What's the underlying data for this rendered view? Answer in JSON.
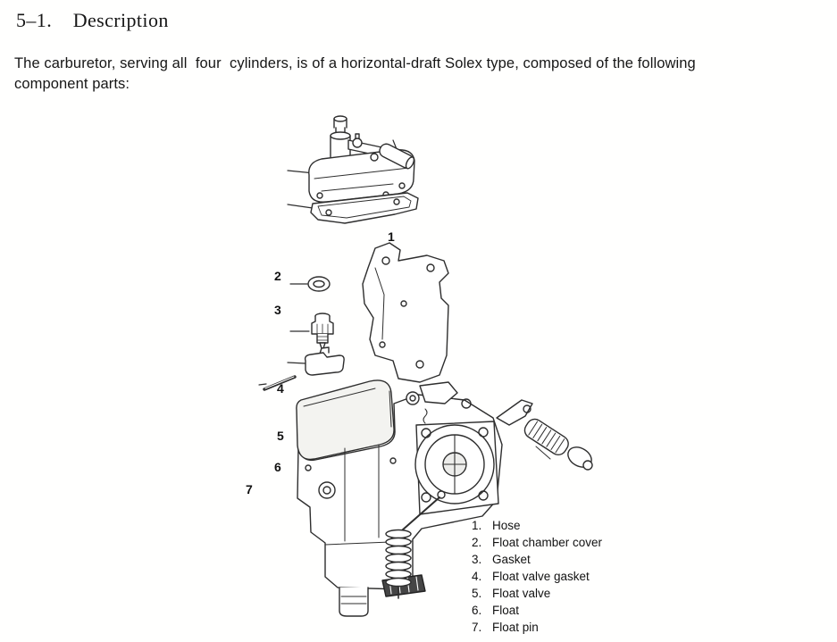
{
  "page": {
    "heading": "5–1.    Description",
    "paragraph": "The carburetor, serving all  four  cylinders, is of a horizontal-draft Solex type, composed of the following\ncomponent parts:"
  },
  "diagram": {
    "callouts": [
      "1",
      "2",
      "3",
      "4",
      "5",
      "6",
      "7"
    ]
  },
  "legend": {
    "items": [
      {
        "num": "1.",
        "label": "Hose"
      },
      {
        "num": "2.",
        "label": "Float chamber cover"
      },
      {
        "num": "3.",
        "label": "Gasket"
      },
      {
        "num": "4.",
        "label": "Float valve gasket"
      },
      {
        "num": "5.",
        "label": "Float valve"
      },
      {
        "num": "6.",
        "label": "Float"
      },
      {
        "num": "7.",
        "label": "Float pin"
      }
    ]
  }
}
